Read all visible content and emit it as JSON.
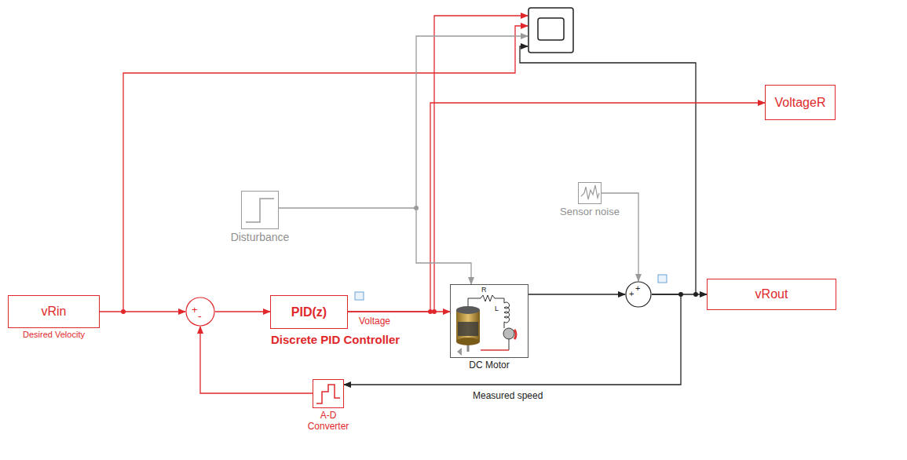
{
  "diagram": {
    "nodes": [
      {
        "text": [
          "vRin",
          "Desired Velocity"
        ]
      },
      {
        "text": [
          "+",
          "-"
        ]
      },
      {
        "text": [
          "PID(z)",
          "Discrete PID Controller"
        ]
      },
      {
        "text": [
          "VoltageR"
        ]
      },
      {
        "text": [
          "Disturbance"
        ]
      },
      {
        "text": [
          "DC Motor"
        ]
      },
      {
        "text": [
          "Sensor noise"
        ]
      },
      {
        "text": [
          "+",
          "+"
        ]
      },
      {
        "text": [
          "vRout"
        ]
      },
      {
        "text": [
          "A-D Converter"
        ]
      }
    ],
    "edges": [
      {
        "from": 0,
        "to": 1,
        "arrow": "to"
      },
      {
        "from": 1,
        "to": 2,
        "arrow": "to"
      },
      {
        "from": 2,
        "to": 5,
        "label": "Voltage",
        "arrow": "to"
      },
      {
        "from": 2,
        "to": 3,
        "arrow": "to"
      },
      {
        "from": 4,
        "to": 5,
        "arrow": "to"
      },
      {
        "from": 5,
        "to": 7,
        "arrow": "to"
      },
      {
        "from": 6,
        "to": 7,
        "arrow": "to"
      },
      {
        "from": 7,
        "to": 8,
        "arrow": "to"
      },
      {
        "from": 7,
        "to": 9,
        "label": "Measured speed",
        "arrow": "to"
      },
      {
        "from": 9,
        "to": 1,
        "arrow": "to"
      }
    ],
    "labels": [
      "R",
      "L"
    ]
  }
}
